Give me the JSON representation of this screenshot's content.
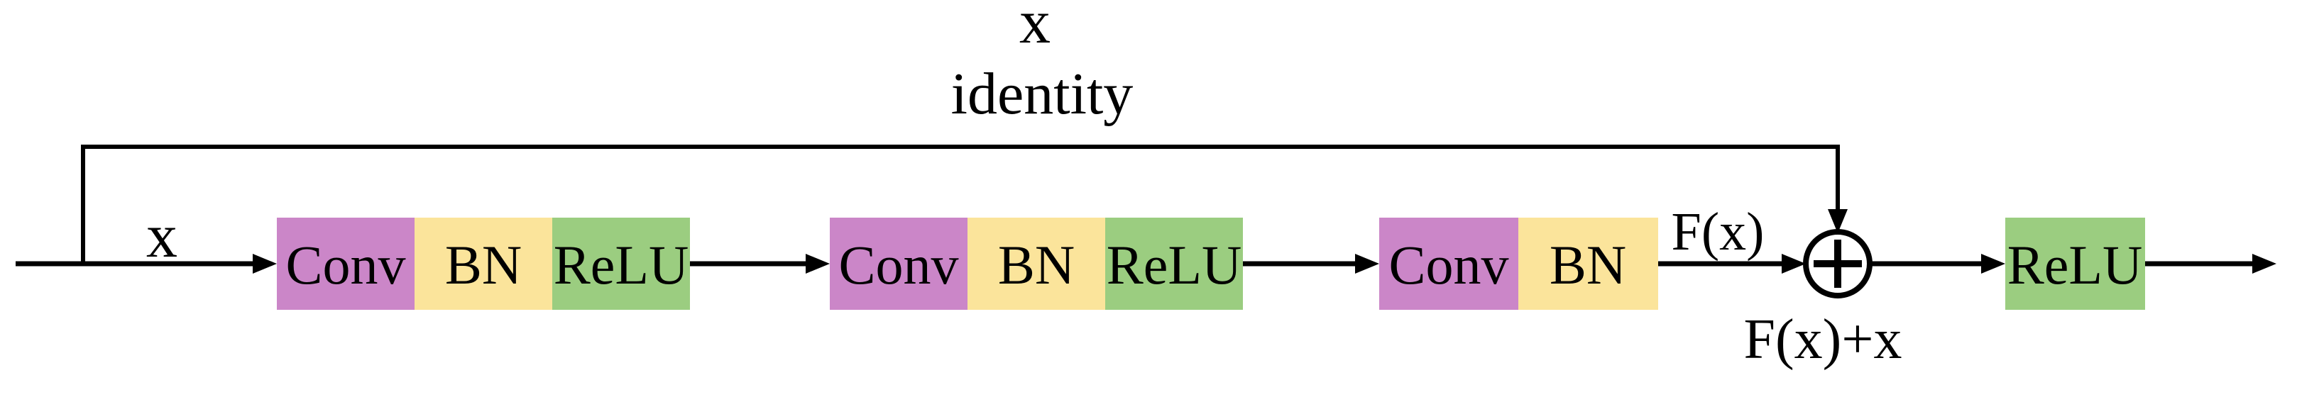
{
  "diagram": {
    "labels": {
      "top_x": "x",
      "identity": "identity",
      "input_x": "x",
      "fx": "F(x)",
      "fx_plus_x": "F(x)+x"
    },
    "groups": [
      {
        "blocks": [
          {
            "label": "Conv"
          },
          {
            "label": "BN"
          },
          {
            "label": "ReLU"
          }
        ]
      },
      {
        "blocks": [
          {
            "label": "Conv"
          },
          {
            "label": "BN"
          },
          {
            "label": "ReLU"
          }
        ]
      },
      {
        "blocks": [
          {
            "label": "Conv"
          },
          {
            "label": "BN"
          }
        ]
      },
      {
        "blocks": [
          {
            "label": "ReLU"
          }
        ]
      }
    ],
    "addition_node": {
      "icon": "circle-plus-icon"
    },
    "colors": {
      "conv": "#CB86C8",
      "bn": "#FBE49B",
      "relu": "#9BCD80",
      "ink": "#000000",
      "background": "#FFFFFF"
    }
  }
}
